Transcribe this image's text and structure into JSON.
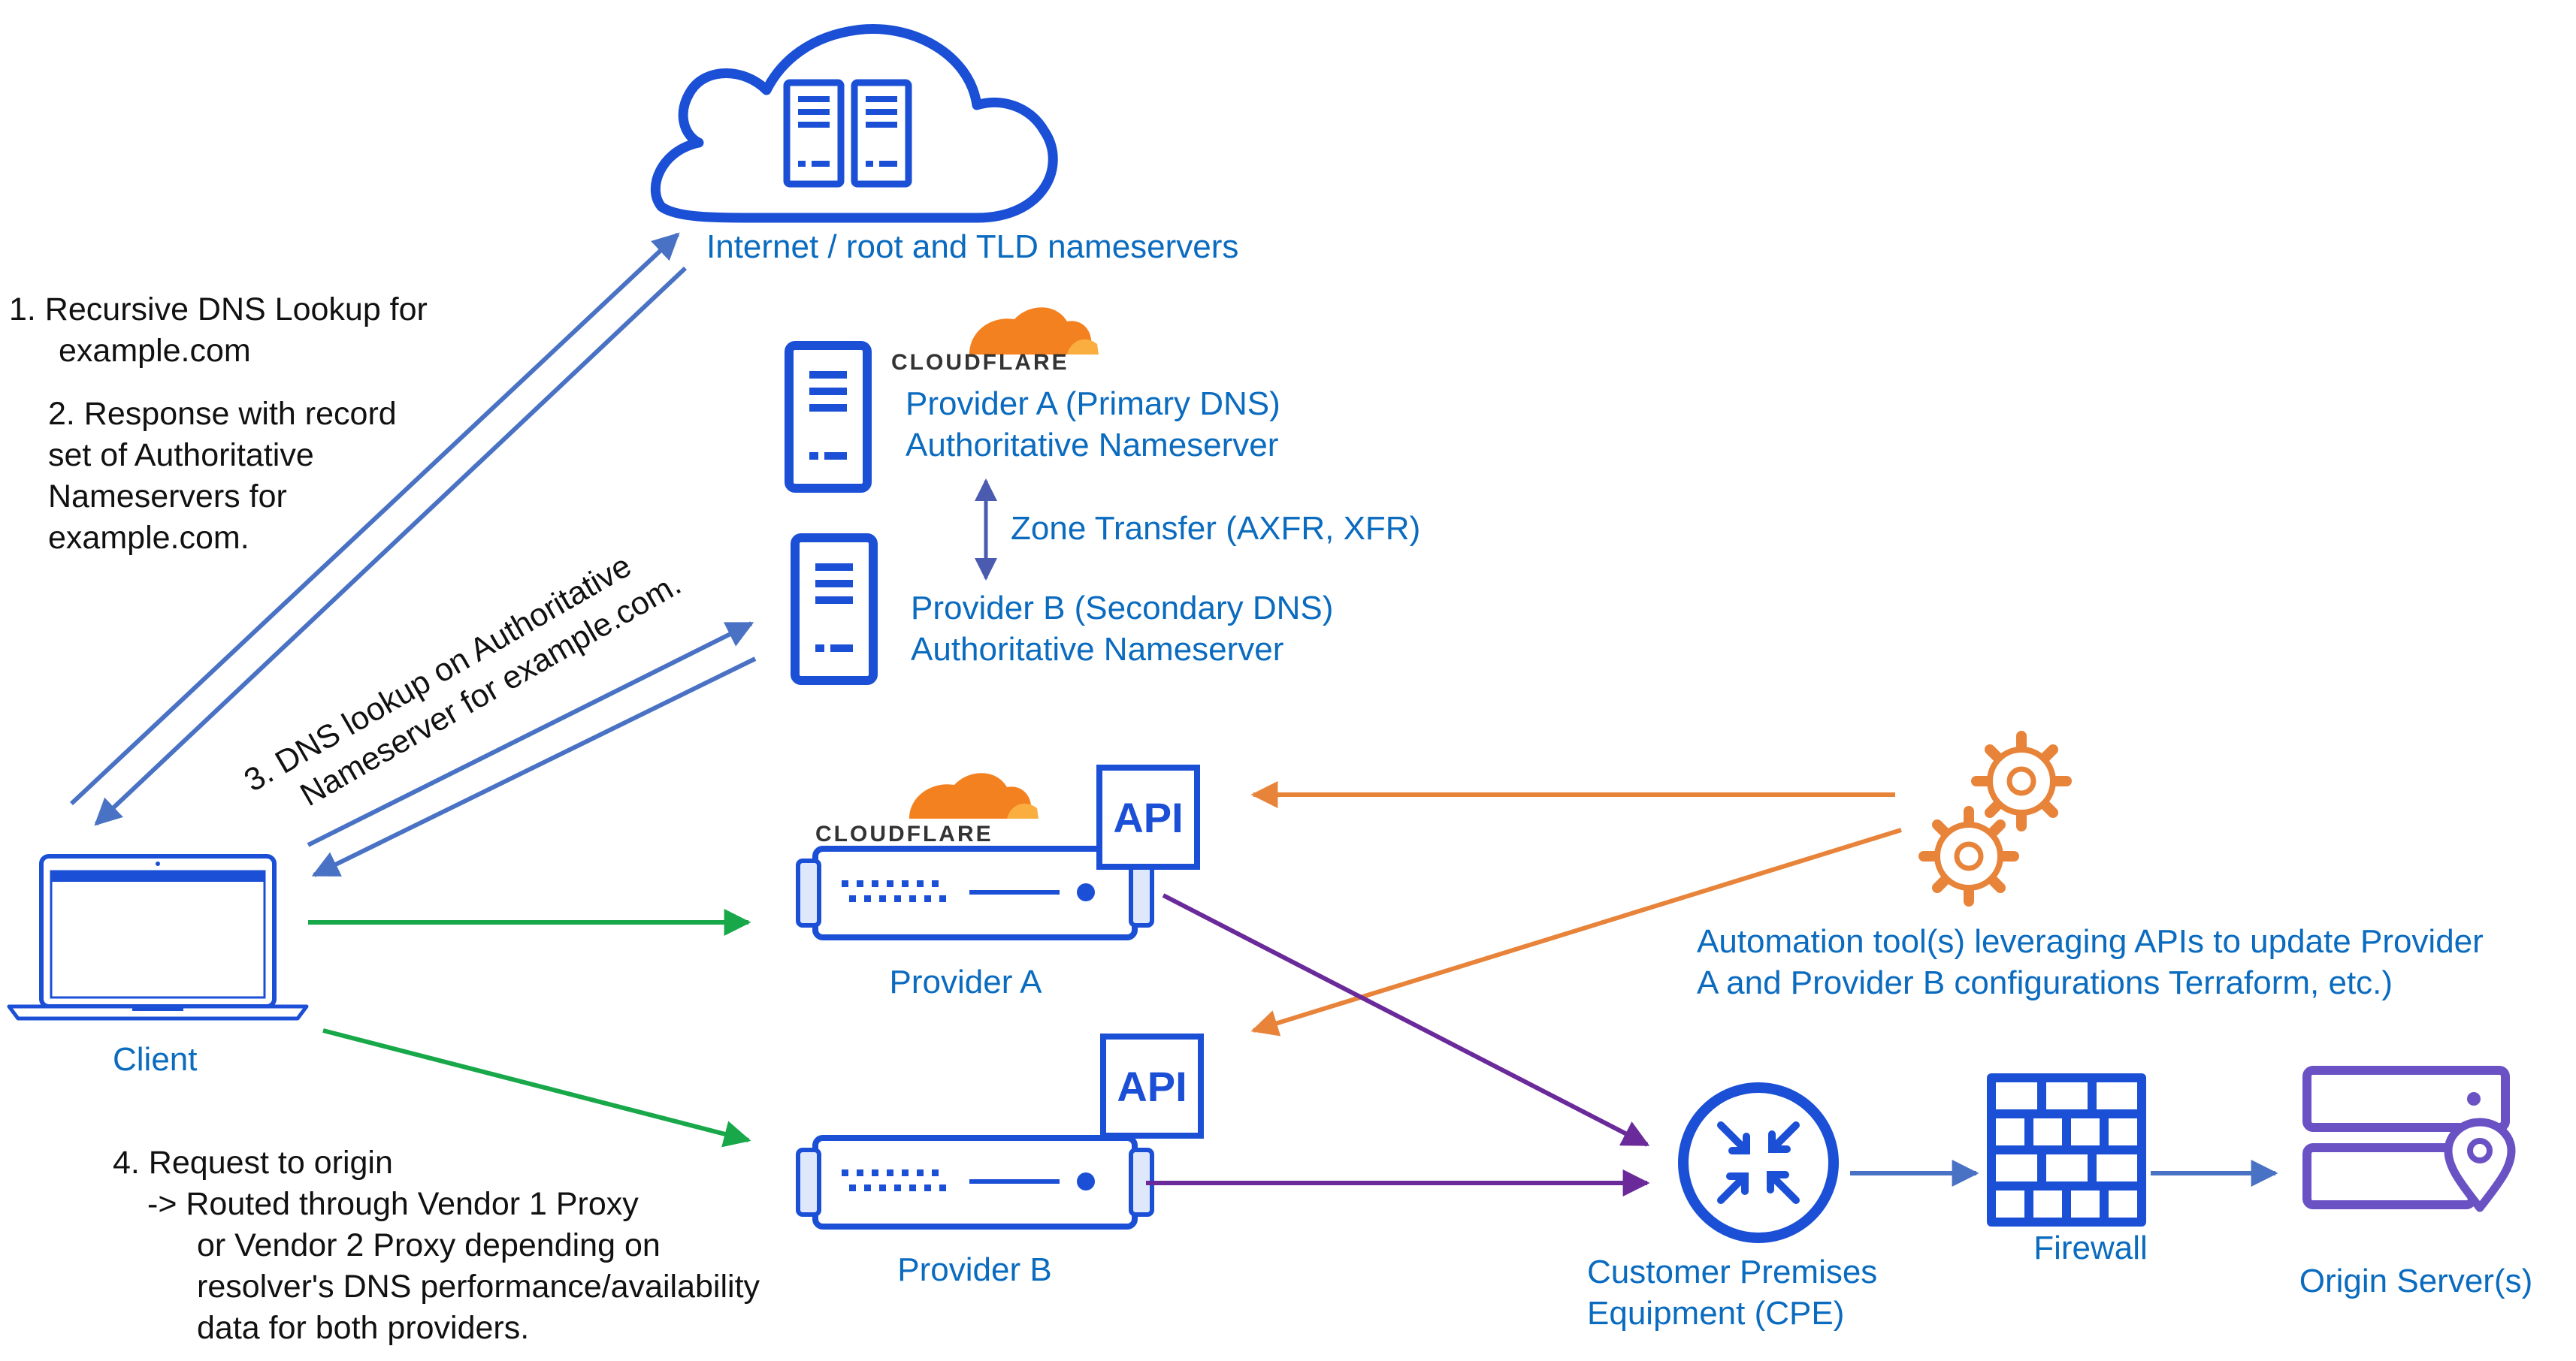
{
  "colors": {
    "blue_text": "#0a6bbf",
    "icon_blue": "#1a4fd6",
    "arrow_blue": "#4a72c4",
    "arrow_green": "#18a84a",
    "arrow_orange": "#e8833a",
    "arrow_purple": "#6a2a9a",
    "cloudflare_orange": "#f48120",
    "origin_purple": "#6a52c4"
  },
  "cloud": {
    "label": "Internet / root and TLD nameservers"
  },
  "steps": {
    "step1": [
      "1. Recursive DNS Lookup for",
      "example.com"
    ],
    "step2": [
      "2. Response with record",
      "set of Authoritative",
      "Nameservers for",
      "example.com."
    ],
    "step3": [
      "3. DNS lookup on Authoritative",
      "Nameserver for example.com."
    ],
    "step4": [
      "4. Request to origin",
      "-> Routed through Vendor 1 Proxy",
      "or Vendor 2 Proxy depending on",
      "resolver's DNS performance/availability",
      "data for both providers."
    ]
  },
  "ns_a": {
    "brand": "CLOUDFLARE",
    "lines": [
      "Provider A  (Primary DNS)",
      "Authoritative Nameserver"
    ]
  },
  "ns_b": {
    "lines": [
      "Provider B  (Secondary DNS)",
      "Authoritative Nameserver"
    ]
  },
  "zone_transfer": "Zone Transfer (AXFR, XFR)",
  "client": {
    "label": "Client"
  },
  "proxy_a": {
    "brand": "CLOUDFLARE",
    "label": "Provider A",
    "api": "API"
  },
  "proxy_b": {
    "label": "Provider B",
    "api": "API"
  },
  "automation": {
    "lines": [
      "Automation tool(s)  leveraging APIs to update Provider",
      "A and Provider B configurations Terraform, etc.)"
    ]
  },
  "cpe": {
    "lines": [
      "Customer Premises",
      "Equipment (CPE)"
    ]
  },
  "firewall": {
    "label": "Firewall"
  },
  "origin": {
    "label": "Origin Server(s)"
  }
}
